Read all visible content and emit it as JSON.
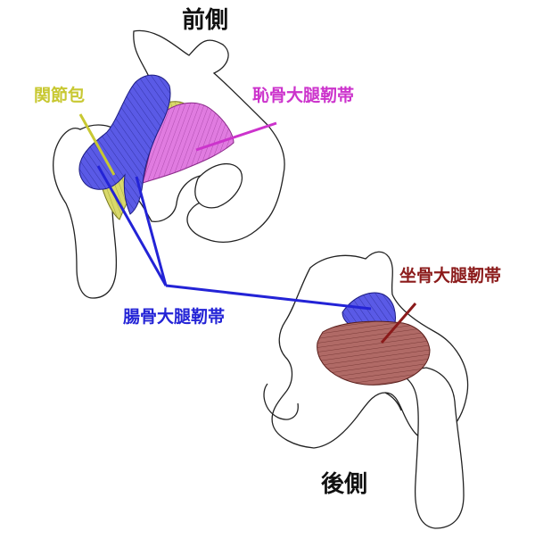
{
  "titles": {
    "anterior": "前側",
    "posterior": "後側"
  },
  "labels": {
    "joint_capsule": {
      "text": "関節包",
      "color": "#c8c832"
    },
    "pubofemoral": {
      "text": "恥骨大腿靭帯",
      "color": "#cc33cc"
    },
    "iliofemoral": {
      "text": "腸骨大腿靭帯",
      "color": "#2323d6"
    },
    "ischiofemoral": {
      "text": "坐骨大腿靭帯",
      "color": "#8b1a1a"
    }
  },
  "colors": {
    "bone_outline": "#222222",
    "capsule_fill": "#d9d96a",
    "pubofemoral_fill": "#e07be0",
    "iliofemoral_fill": "#5a5ae6",
    "ischiofemoral_fill": "#b06a66"
  }
}
